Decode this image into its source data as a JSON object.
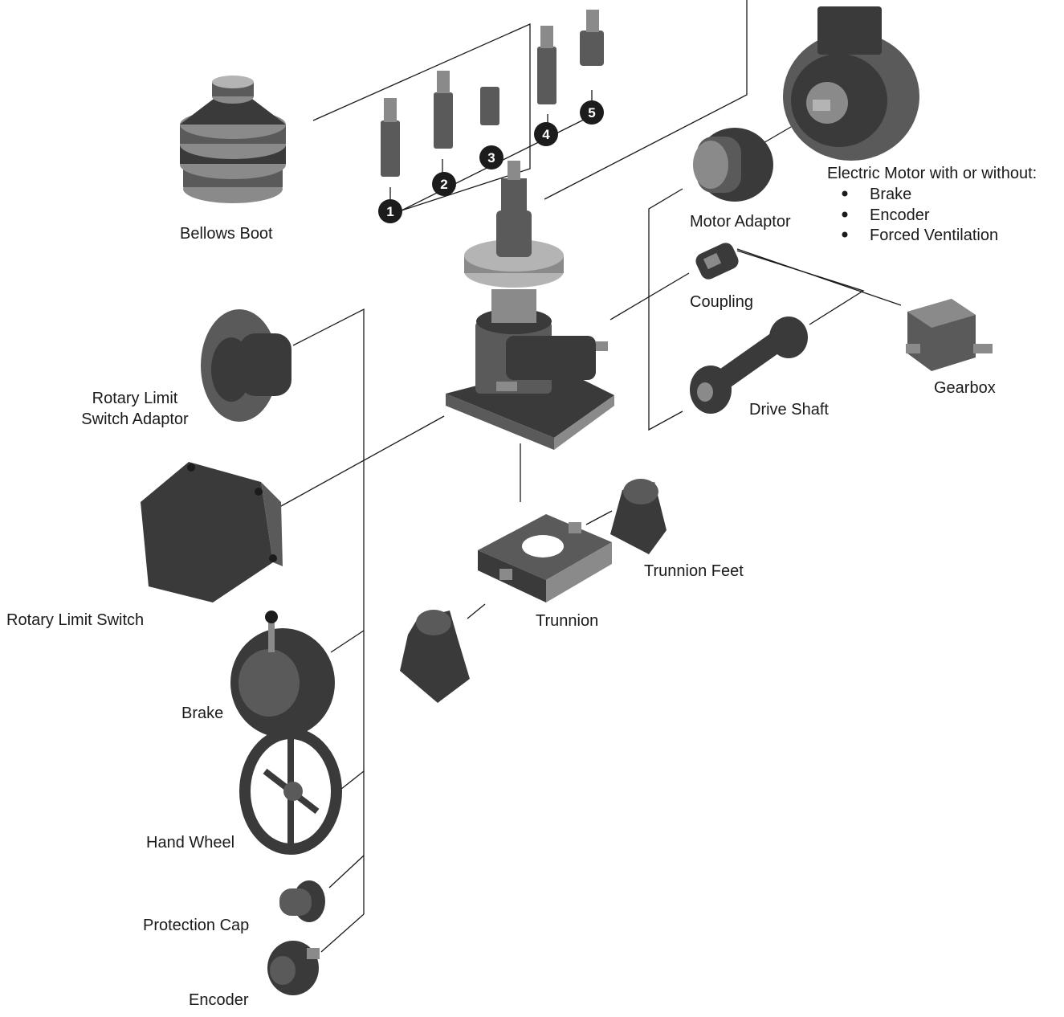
{
  "labels": {
    "bellows_boot": "Bellows Boot",
    "motor_adaptor": "Motor Adaptor",
    "electric_motor_title": "Electric Motor with or without:",
    "coupling": "Coupling",
    "gearbox": "Gearbox",
    "drive_shaft": "Drive Shaft",
    "rotary_limit_switch_adaptor_line1": "Rotary Limit",
    "rotary_limit_switch_adaptor_line2": "Switch Adaptor",
    "rotary_limit_switch": "Rotary Limit Switch",
    "trunnion_feet": "Trunnion Feet",
    "trunnion": "Trunnion",
    "brake": "Brake",
    "hand_wheel": "Hand Wheel",
    "protection_cap": "Protection Cap",
    "encoder": "Encoder"
  },
  "motor_options": [
    "Brake",
    "Encoder",
    "Forced Ventilation"
  ],
  "screw_end_numbers": [
    "1",
    "2",
    "3",
    "4",
    "5"
  ],
  "colors": {
    "line": "#1a1a1a",
    "part_dark": "#3a3a3a",
    "part_mid": "#5a5a5a",
    "part_light": "#8a8a8a",
    "badge": "#1c1c1c"
  }
}
